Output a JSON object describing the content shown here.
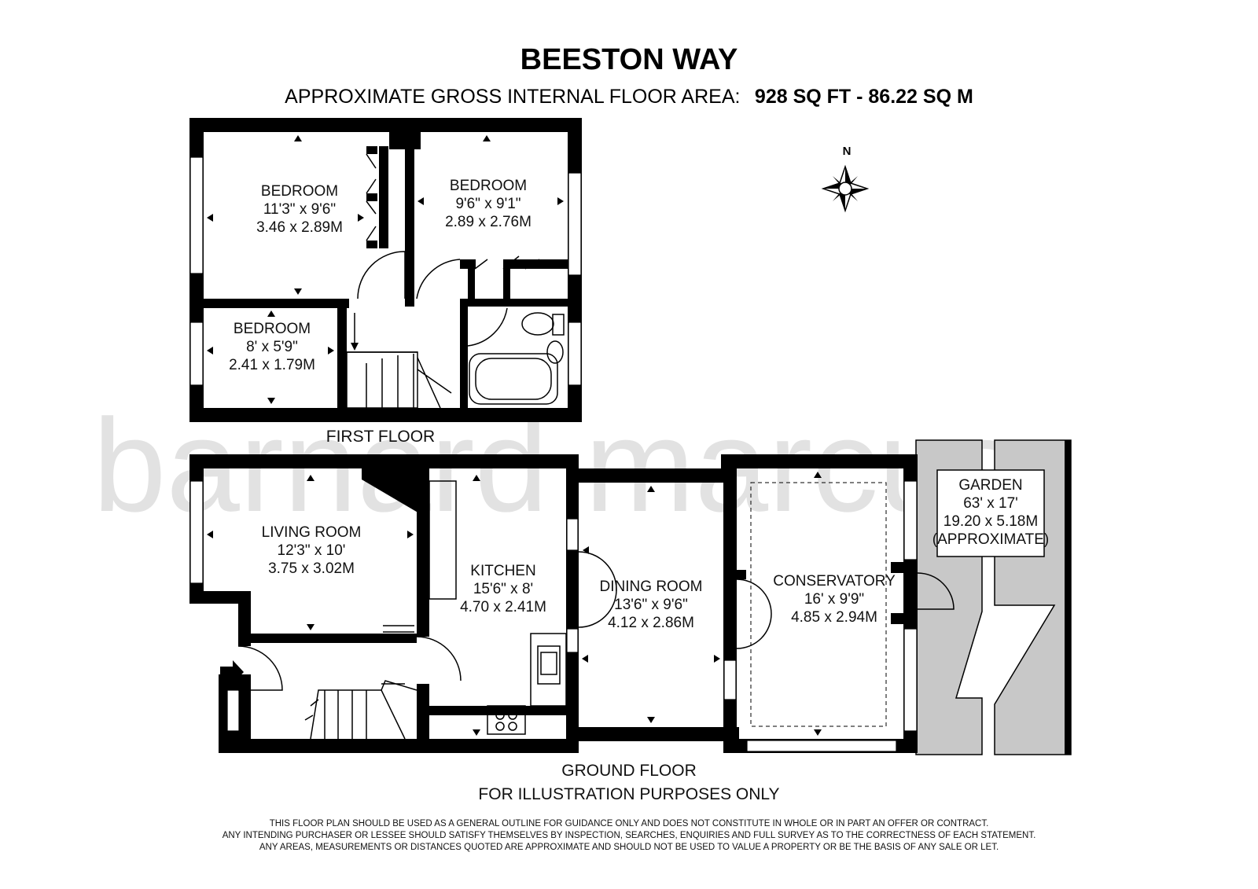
{
  "header": {
    "title": "BEESTON WAY",
    "area_label": "APPROXIMATE GROSS INTERNAL FLOOR AREA:",
    "area_values": "928 SQ FT  -  86.22 SQ M"
  },
  "watermark": "barnard marcus",
  "compass": {
    "label": "N",
    "icon": "compass-rose-icon"
  },
  "first_floor": {
    "label": "FIRST FLOOR",
    "rooms": [
      {
        "name": "BEDROOM",
        "imperial": "11'3\" x 9'6\"",
        "metric": "3.46 x 2.89M"
      },
      {
        "name": "BEDROOM",
        "imperial": "9'6\" x 9'1\"",
        "metric": "2.89 x 2.76M"
      },
      {
        "name": "BEDROOM",
        "imperial": "8' x 5'9\"",
        "metric": "2.41 x 1.79M"
      }
    ]
  },
  "ground_floor": {
    "label": "GROUND FLOOR",
    "note": "FOR ILLUSTRATION PURPOSES ONLY",
    "rooms": [
      {
        "name": "LIVING ROOM",
        "imperial": "12'3\" x 10'",
        "metric": "3.75 x 3.02M"
      },
      {
        "name": "KITCHEN",
        "imperial": "15'6\" x 8'",
        "metric": "4.70 x 2.41M"
      },
      {
        "name": "DINING ROOM",
        "imperial": "13'6\" x 9'6\"",
        "metric": "4.12 x 2.86M"
      },
      {
        "name": "CONSERVATORY",
        "imperial": "16' x 9'9\"",
        "metric": "4.85 x 2.94M"
      }
    ],
    "garden": {
      "name": "GARDEN",
      "imperial": "63' x 17'",
      "metric": "19.20 x 5.18M",
      "qualifier": "(APPROXIMATE)"
    }
  },
  "disclaimer": [
    "THIS FLOOR PLAN SHOULD BE USED AS A GENERAL OUTLINE FOR GUIDANCE ONLY AND DOES NOT CONSTITUTE IN WHOLE OR IN PART AN OFFER OR CONTRACT.",
    "ANY INTENDING PURCHASER OR LESSEE SHOULD SATISFY THEMSELVES BY INSPECTION, SEARCHES, ENQUIRIES AND FULL SURVEY AS TO THE CORRECTNESS OF EACH STATEMENT.",
    "ANY AREAS, MEASUREMENTS OR DISTANCES QUOTED ARE APPROXIMATE AND SHOULD NOT BE USED TO VALUE A PROPERTY OR BE THE BASIS OF ANY SALE OR LET."
  ]
}
